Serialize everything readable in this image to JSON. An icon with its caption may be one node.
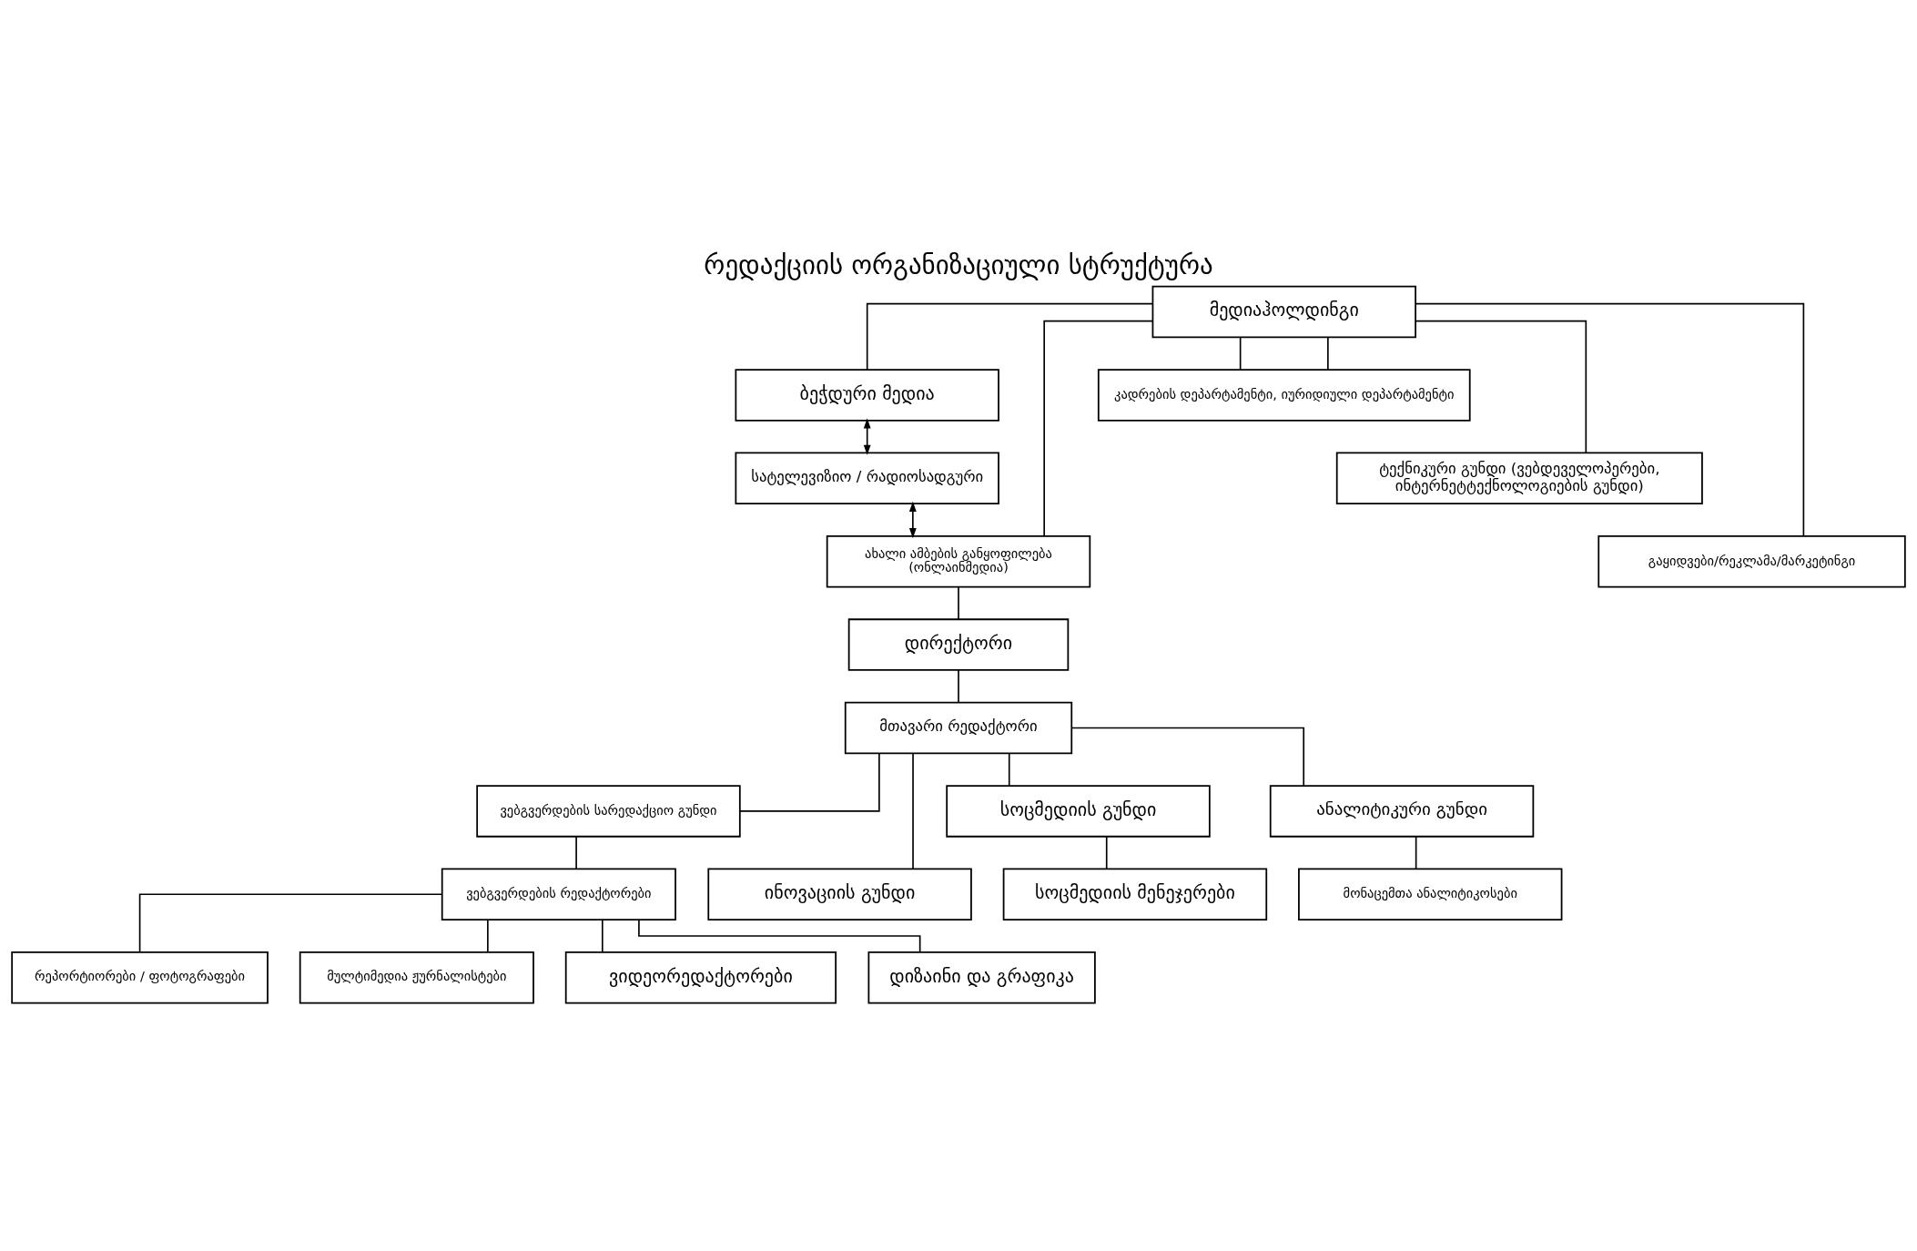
{
  "diagram": {
    "title": "რედაქციის ორგანიზაციული სტრუქტურა",
    "nodes": [
      {
        "text": [
          "მედიაჰოლდინგი"
        ]
      },
      {
        "text": [
          "ბეჭდური მედია"
        ]
      },
      {
        "text": [
          "სატელევიზიო / რადიოსადგური"
        ]
      },
      {
        "text": [
          "ახალი ამბების განყოფილება (ონლაინმედია)"
        ]
      },
      {
        "text": [
          "კადრების დეპარტამენტი, იურიდიული დეპარტამენტი"
        ]
      },
      {
        "text": [
          "ტექნიკური გუნდი (ვებდეველოპერები, ინტერნეტტექნოლოგიების გუნდი)"
        ]
      },
      {
        "text": [
          "გაყიდვები/რეკლამა/მარკეტინგი"
        ]
      },
      {
        "text": [
          "დირექტორი"
        ]
      },
      {
        "text": [
          "მთავარი რედაქტორი"
        ]
      },
      {
        "text": [
          "ვებგვერდების სარედაქციო გუნდი"
        ]
      },
      {
        "text": [
          "სოცმედიის გუნდი"
        ]
      },
      {
        "text": [
          "ანალიტიკური გუნდი"
        ]
      },
      {
        "text": [
          "ვებგვერდების რედაქტორები"
        ]
      },
      {
        "text": [
          "ინოვაციის გუნდი"
        ]
      },
      {
        "text": [
          "სოცმედიის მენეჯერები"
        ]
      },
      {
        "text": [
          "მონაცემთა ანალიტიკოსები"
        ]
      },
      {
        "text": [
          "რეპორტიორები / ფოტოგრაფები"
        ]
      },
      {
        "text": [
          "მულტიმედია ჟურნალისტები"
        ]
      },
      {
        "text": [
          "ვიდეორედაქტორები"
        ]
      },
      {
        "text": [
          "დიზაინი და გრაფიკა"
        ]
      }
    ],
    "edges": [
      {
        "from": 0,
        "to": 1,
        "arrow": "none"
      },
      {
        "from": 0,
        "to": 4,
        "arrow": "none"
      },
      {
        "from": 0,
        "to": 4,
        "arrow": "none"
      },
      {
        "from": 0,
        "to": 5,
        "arrow": "none"
      },
      {
        "from": 0,
        "to": 6,
        "arrow": "none"
      },
      {
        "from": 0,
        "to": 3,
        "arrow": "none"
      },
      {
        "from": 1,
        "to": 2,
        "arrow": "both"
      },
      {
        "from": 2,
        "to": 3,
        "arrow": "both"
      },
      {
        "from": 3,
        "to": 7,
        "arrow": "none"
      },
      {
        "from": 7,
        "to": 8,
        "arrow": "none"
      },
      {
        "from": 8,
        "to": 9,
        "arrow": "none"
      },
      {
        "from": 8,
        "to": 13,
        "arrow": "none"
      },
      {
        "from": 8,
        "to": 10,
        "arrow": "none"
      },
      {
        "from": 8,
        "to": 11,
        "arrow": "none"
      },
      {
        "from": 9,
        "to": 12,
        "arrow": "none"
      },
      {
        "from": 10,
        "to": 14,
        "arrow": "none"
      },
      {
        "from": 11,
        "to": 15,
        "arrow": "none"
      },
      {
        "from": 12,
        "to": 16,
        "arrow": "none"
      },
      {
        "from": 12,
        "to": 17,
        "arrow": "none"
      },
      {
        "from": 12,
        "to": 18,
        "arrow": "none"
      },
      {
        "from": 12,
        "to": 19,
        "arrow": "none"
      }
    ]
  }
}
